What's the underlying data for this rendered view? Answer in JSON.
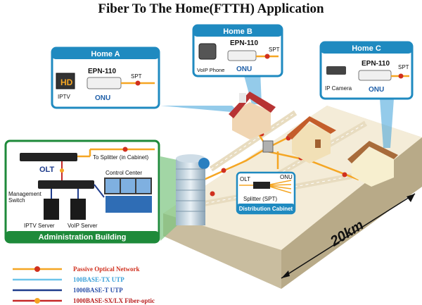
{
  "title": "Fiber To The Home(FTTH) Application",
  "homes": [
    {
      "heading": "Home A",
      "model": "EPN-110",
      "onu": "ONU",
      "spt": "SPT",
      "device": "IPTV",
      "badge": "HD"
    },
    {
      "heading": "Home B",
      "model": "EPN-110",
      "onu": "ONU",
      "spt": "SPT",
      "device": "VoIP Phone"
    },
    {
      "heading": "Home C",
      "model": "EPN-110",
      "onu": "ONU",
      "spt": "SPT",
      "device": "IP Camera"
    }
  ],
  "admin": {
    "heading": "Administration Building",
    "olt": "OLT",
    "to_splitter": "To Splitter (in Cabinet)",
    "control_center": "Control Center",
    "mgmt_switch": "Management\nSwitch",
    "iptv_server": "IPTV Server",
    "voip_server": "VoIP Server"
  },
  "cabinet": {
    "olt": "OLT",
    "onu": "ONU",
    "splitter": "Splitter (SPT)",
    "heading": "Distribution Cabinet"
  },
  "distance": "20km",
  "legend": [
    {
      "label": "Passive Optical Network",
      "color": "#f5a623",
      "text_color": "#d0301e"
    },
    {
      "label": "100BASE-TX UTP",
      "color": "#6cc3ea",
      "text_color": "#3aa0d8"
    },
    {
      "label": "1000BASE-T UTP",
      "color": "#1f3c8c",
      "text_color": "#2a4fa8"
    },
    {
      "label": "1000BASE-SX/LX Fiber-optic",
      "color": "#c62828",
      "text_color": "#b82020"
    }
  ],
  "colors": {
    "box_blue": "#1f8ac0",
    "admin_green": "#1e8a3a",
    "ground": "#f4ecd8",
    "pon_orange": "#f5a623"
  }
}
